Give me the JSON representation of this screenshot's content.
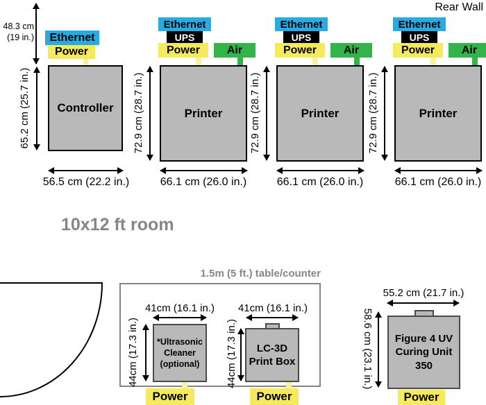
{
  "rear_wall_label": "Rear Wall",
  "room_label": "10x12 ft room",
  "colors": {
    "ethernet_blue": "#29abe2",
    "ups_black": "#000000",
    "power_yellow": "#f5e95c",
    "air_green": "#33b44a",
    "equipment_gray": "#b9b9b9",
    "annotation_gray": "#868686"
  },
  "top": {
    "clearance": {
      "line1": "48.3 cm",
      "line2": "(19 in.)"
    },
    "controller": {
      "name": "Controller",
      "ethernet": "Ethernet",
      "power": "Power",
      "width_label": "56.5 cm (22.2 in.)",
      "height_label": "65.2 cm (25.7 in.)"
    },
    "printers": [
      {
        "name": "Printer",
        "ethernet": "Ethernet",
        "ups": "UPS",
        "power": "Power",
        "air": "Air",
        "width_label": "66.1 cm (26.0 in.)",
        "height_label": "72.9 cm (28.7 in.)"
      },
      {
        "name": "Printer",
        "ethernet": "Ethernet",
        "ups": "UPS",
        "power": "Power",
        "air": "Air",
        "width_label": "66.1 cm (26.0 in.)",
        "height_label": "72.9 cm (28.7 in.)"
      },
      {
        "name": "Printer",
        "ethernet": "Ethernet",
        "ups": "UPS",
        "power": "Power",
        "air": "Air",
        "width_label": "66.1 cm (26.0 in.)",
        "height_label": "72.9 cm (28.7 in.)"
      }
    ]
  },
  "bottom": {
    "table_label": "1.5m (5 ft.) table/counter",
    "ultrasonic": {
      "line1": "*Ultrasonic",
      "line2": "Cleaner",
      "line3": "(optional)",
      "width_label": "41cm (16.1 in.)",
      "height_label": "44cm (17.3 in.)",
      "power": "Power"
    },
    "printbox": {
      "line1": "LC-3D",
      "line2": "Print Box",
      "width_label": "41cm (16.1 in.)",
      "height_label": "44cm (17.3 in.)",
      "power": "Power"
    },
    "curing": {
      "line1": "Figure 4 UV",
      "line2": "Curing Unit 350",
      "width_label": "55.2 cm (21.7 in.)",
      "height_label": "58.6 cm (23.1 in.)",
      "power": "Power"
    }
  }
}
